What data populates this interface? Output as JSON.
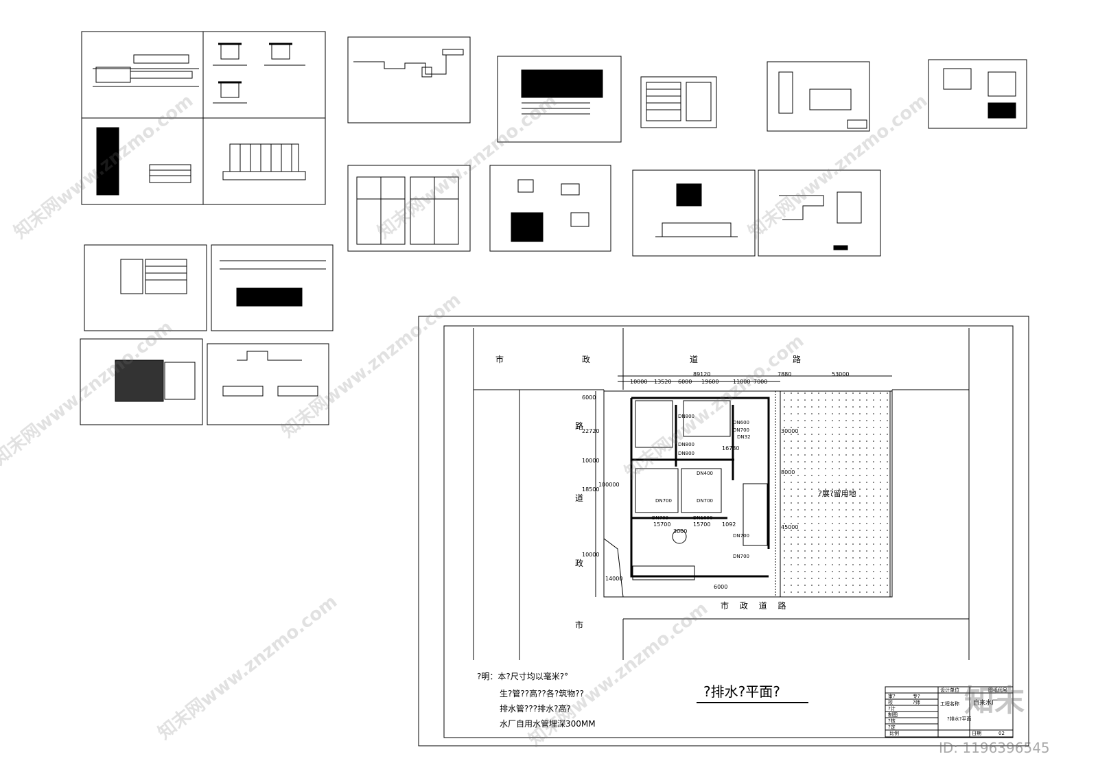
{
  "site_plan": {
    "road_top": [
      "市",
      "政",
      "道",
      "路"
    ],
    "road_bottom": "市 政 道 路",
    "road_left": [
      "路",
      "道",
      "政",
      "市"
    ],
    "reserve_area": "?展?留用地",
    "dims_top": [
      "89120",
      "7880",
      "53000"
    ],
    "dims_top_sub": [
      "10000",
      "13520",
      "6000",
      "19600",
      "11000",
      "7000"
    ],
    "dims_left": [
      "6000",
      "22720",
      "10000",
      "100000",
      "18500",
      "10000",
      "14000"
    ],
    "dims_right": [
      "30000",
      "8000",
      "45000",
      "6000"
    ],
    "dims_inner": [
      "15700",
      "15700",
      "1092",
      "3000",
      "16780"
    ],
    "pipe_labels": [
      "DN800",
      "DN800",
      "DN800",
      "DN400",
      "DN700",
      "DN700",
      "DN700",
      "DN1000",
      "DN700",
      "DN700",
      "DN32",
      "DN600",
      "DN700"
    ],
    "notes": [
      "?明：本?尺寸均以毫米?°",
      "生?管??高??各?筑物??",
      "排水管???排水?高?",
      "水厂自用水管埋深300MM"
    ],
    "drawing_title": "?排水?平面?",
    "title_block": {
      "company": "工程名称",
      "project": "自来水厂",
      "sheet": "?排水?平面",
      "scale_label": "比例",
      "date_label": "日期",
      "sheet_no": "02",
      "drawing_no_label": "图纸代号",
      "design_label": "设计单位",
      "rows": [
        "审?",
        "校",
        "?计",
        "制图",
        "?核",
        "?定",
        "专?",
        "?师"
      ]
    }
  },
  "watermarks": [
    "知末网www.znzmo.com",
    "知末网www.znzmo.com",
    "知末网www.znzmo.com",
    "知末网www.znzmo.com",
    "知末网www.znzmo.com",
    "知末网www.znzmo.com",
    "知末网www.znzmo.com",
    "知末网www.znzmo.com"
  ],
  "logo_text": "知末",
  "id_text": "ID: 1196396545"
}
